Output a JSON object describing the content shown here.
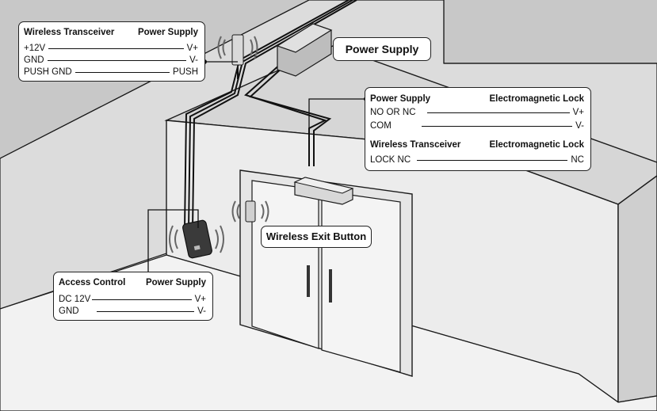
{
  "labels": {
    "power_supply": "Power Supply",
    "wireless_exit_button": "Wireless Exit Button"
  },
  "boxes": {
    "transceiver_power": {
      "left_title": "Wireless Transceiver",
      "right_title": "Power Supply",
      "rows": [
        {
          "left": "+12V",
          "right": "V+"
        },
        {
          "left": "GND",
          "right": "V-"
        },
        {
          "left": "PUSH GND",
          "right": "PUSH"
        }
      ]
    },
    "power_lock": {
      "left_title": "Power Supply",
      "right_title": "Electromagnetic Lock",
      "rows": [
        {
          "left": "NO OR NC",
          "right": "V+"
        },
        {
          "left": "COM",
          "right": "V-"
        }
      ],
      "left_title_2": "Wireless Transceiver",
      "right_title_2": "Electromagnetic Lock",
      "rows_2": [
        {
          "left": "LOCK NC",
          "right": "NC"
        }
      ]
    },
    "access_power": {
      "left_title": "Access Control",
      "right_title": "Power Supply",
      "rows": [
        {
          "left": "DC 12V",
          "right": "V+"
        },
        {
          "left": "GND",
          "right": "V-"
        }
      ]
    }
  },
  "colors": {
    "wall_face": "#e9e9e9",
    "wall_top": "#d9d9d9",
    "background": "#c9c9c9",
    "outline": "#1a1a1a"
  }
}
